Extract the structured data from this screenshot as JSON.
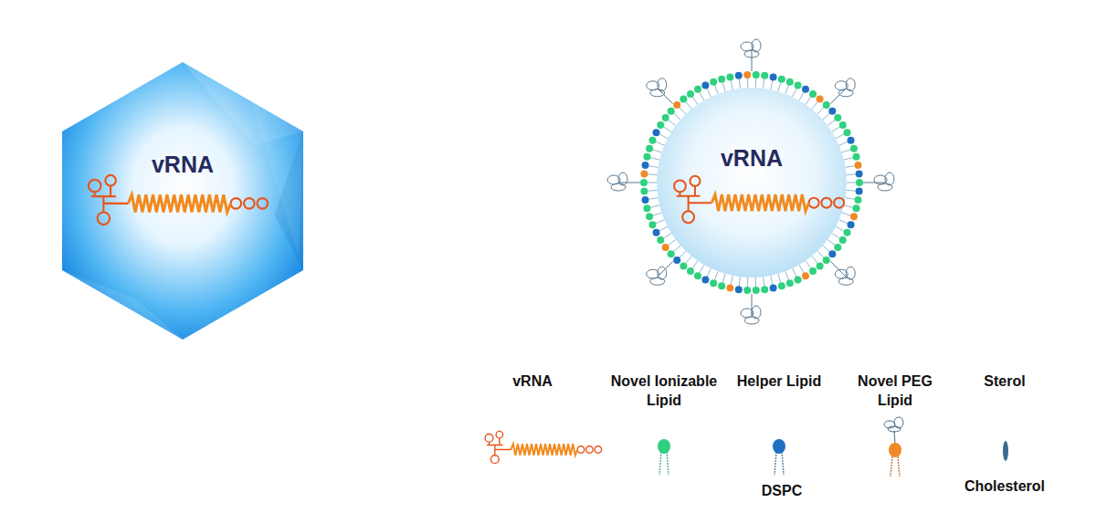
{
  "diagram": {
    "nodes": [
      {
        "text": [
          "vRNA"
        ]
      },
      {
        "text": [
          "vRNA"
        ]
      }
    ],
    "labels": [
      "DSPC",
      "Cholesterol"
    ],
    "legend": [
      {
        "text": "vRNA"
      },
      {
        "text": "Novel Ionizable Lipid"
      },
      {
        "text": "Helper Lipid"
      },
      {
        "text": "Novel PEG Lipid"
      },
      {
        "text": "Sterol"
      }
    ]
  }
}
